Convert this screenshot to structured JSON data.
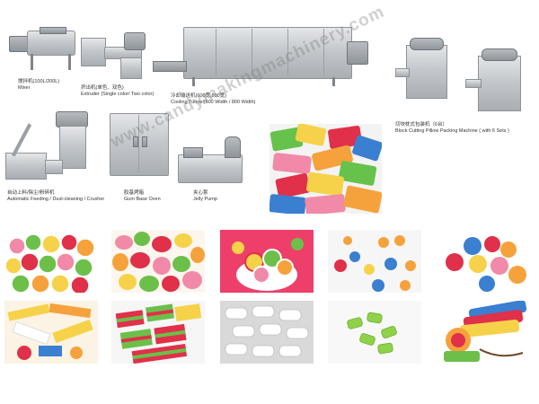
{
  "watermark": "www.candymakingmachinery.com",
  "captions": {
    "mixer": [
      "搅拌机(100L/200L)",
      "Mixer"
    ],
    "extruder": [
      "挤出机(单色、双色)",
      "Extruder (Single color/ Two color)"
    ],
    "cooling": [
      "冷却输送机(600宽,800宽)",
      "Cooling Tunnel(600 Width / 800 Width)"
    ],
    "packing": [
      "切块枕式包装机（6台）",
      "Block Cutting Pillow Packing Machine ( with 6 Sets )"
    ],
    "feeding": [
      "自动上料/除尘/粉碎机",
      "Automatic Feeding / Dust-cleaning / Crusher"
    ],
    "oven": [
      "胶基烤箱",
      "Gum Base Oven"
    ],
    "pump": [
      "夹心泵",
      "Jelly Pump"
    ]
  },
  "colors": {
    "steel_light": "#e4e6e8",
    "steel_dark": "#8f959a",
    "gum_pink": "#f08aa8",
    "gum_yellow": "#f6d24a",
    "gum_green": "#6cc04a",
    "gum_blue": "#3a7fd0"
  },
  "thumbnails": [
    {
      "name": "striped-gum-balls"
    },
    {
      "name": "assorted-fruit-candies"
    },
    {
      "name": "swirl-candies-bowl"
    },
    {
      "name": "scattered-gum-balls"
    },
    {
      "name": "large-gum-balls"
    },
    {
      "name": "stick-gum-pieces"
    },
    {
      "name": "wrapped-layered-gum"
    },
    {
      "name": "white-pillow-gum"
    },
    {
      "name": "green-pillow-gum"
    },
    {
      "name": "cartoon-gum-packs"
    }
  ]
}
